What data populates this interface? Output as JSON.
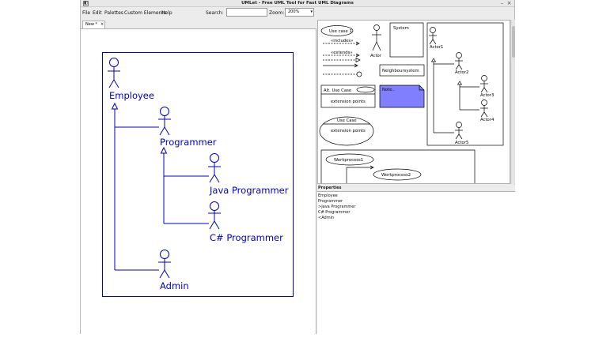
{
  "window": {
    "title": "UMLet - Free UML Tool for Fast UML Diagrams",
    "minimize_glyph": "–",
    "close_glyph": "×"
  },
  "menubar": {
    "items": [
      "File",
      "Edit",
      "Palettes",
      "Custom Elements",
      "Help"
    ],
    "search_label": "Search:",
    "search_value": "",
    "zoom_label": "Zoom:",
    "zoom_value": "200%"
  },
  "tabs": [
    {
      "label": "New *",
      "close_glyph": "×"
    }
  ],
  "diagram": {
    "actors": [
      "Employee",
      "Programmer",
      "Java Programmer",
      "C# Programmer",
      "Admin"
    ],
    "color": "#0000c8"
  },
  "palette": {
    "use_case_1": "Use case 1",
    "includes": "«includes»",
    "extends": "«extends»",
    "actor": "Actor",
    "system": "System",
    "neighbour": "Neighboursystem",
    "alt_use_case": "Alt. Use Case",
    "extension_points": "extension points",
    "note": "Note..",
    "use_case": "Use Case",
    "extension_points_2": "extension points",
    "actor1": "Actor1",
    "actor2": "Actor2",
    "actor3": "Actor3",
    "actor4": "Actor4",
    "actor5": "Actor5",
    "workprocess1": "Workprocess1",
    "workprocess2": "Workprocess2",
    "note_color": "#8080ff"
  },
  "properties": {
    "header": "Properties",
    "lines": [
      "Employee",
      "Programmer",
      ">Java Programmer",
      "C# Programmer",
      "<Admin"
    ]
  }
}
